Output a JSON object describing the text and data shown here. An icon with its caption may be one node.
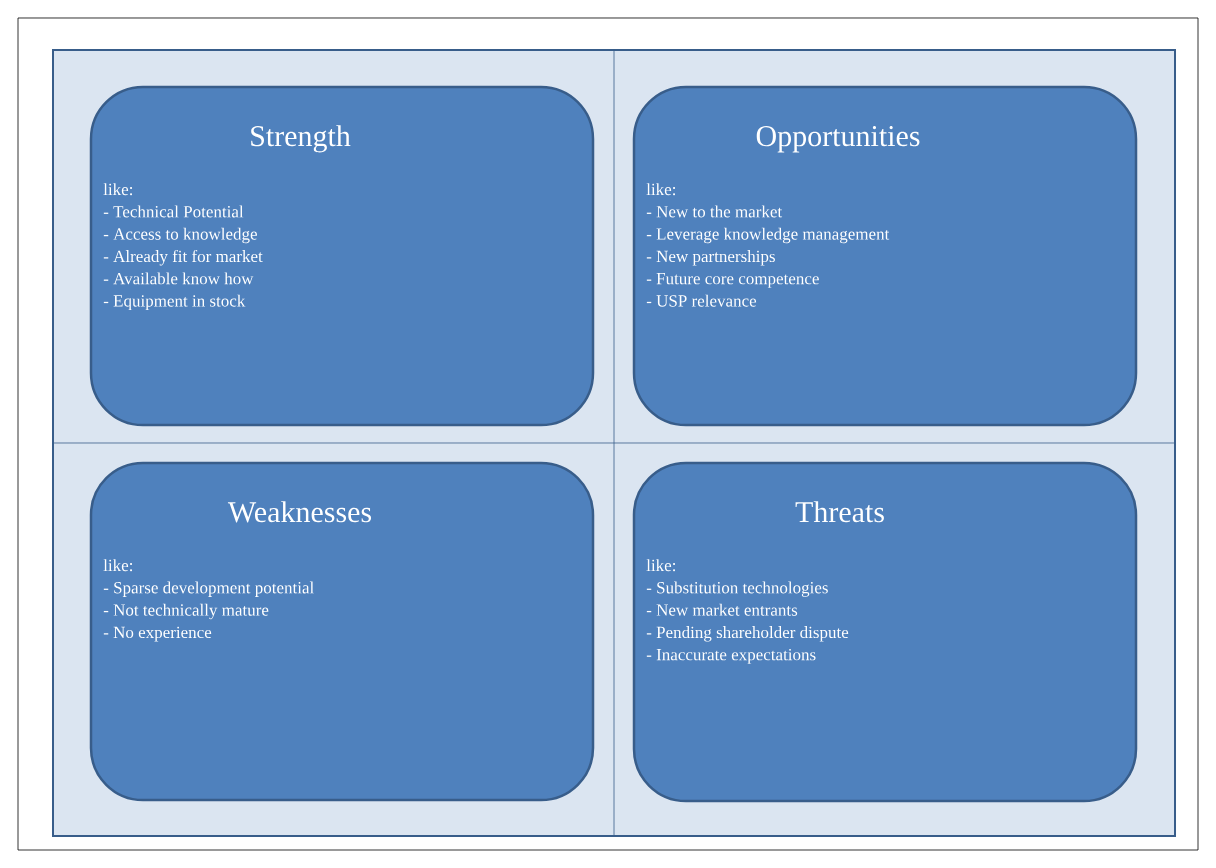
{
  "diagram": {
    "nodes": [
      {
        "text": [
          "Strength",
          "like:",
          "- Technical Potential",
          "- Access to knowledge",
          "- Already fit for market",
          "- Available know how",
          "- Equipment in stock"
        ]
      },
      {
        "text": [
          "Opportunities",
          "like:",
          "- New to the market",
          "- Leverage knowledge management",
          "- New partnerships",
          "- Future core competence",
          "- USP relevance"
        ]
      },
      {
        "text": [
          "Weaknesses",
          "like:",
          "- Sparse development potential",
          "- Not technically mature",
          "- No experience"
        ]
      },
      {
        "text": [
          "Threats",
          "like:",
          "- Substitution technologies",
          "- New market entrants",
          "- Pending shareholder dispute",
          "- Inaccurate expectations"
        ]
      }
    ]
  }
}
